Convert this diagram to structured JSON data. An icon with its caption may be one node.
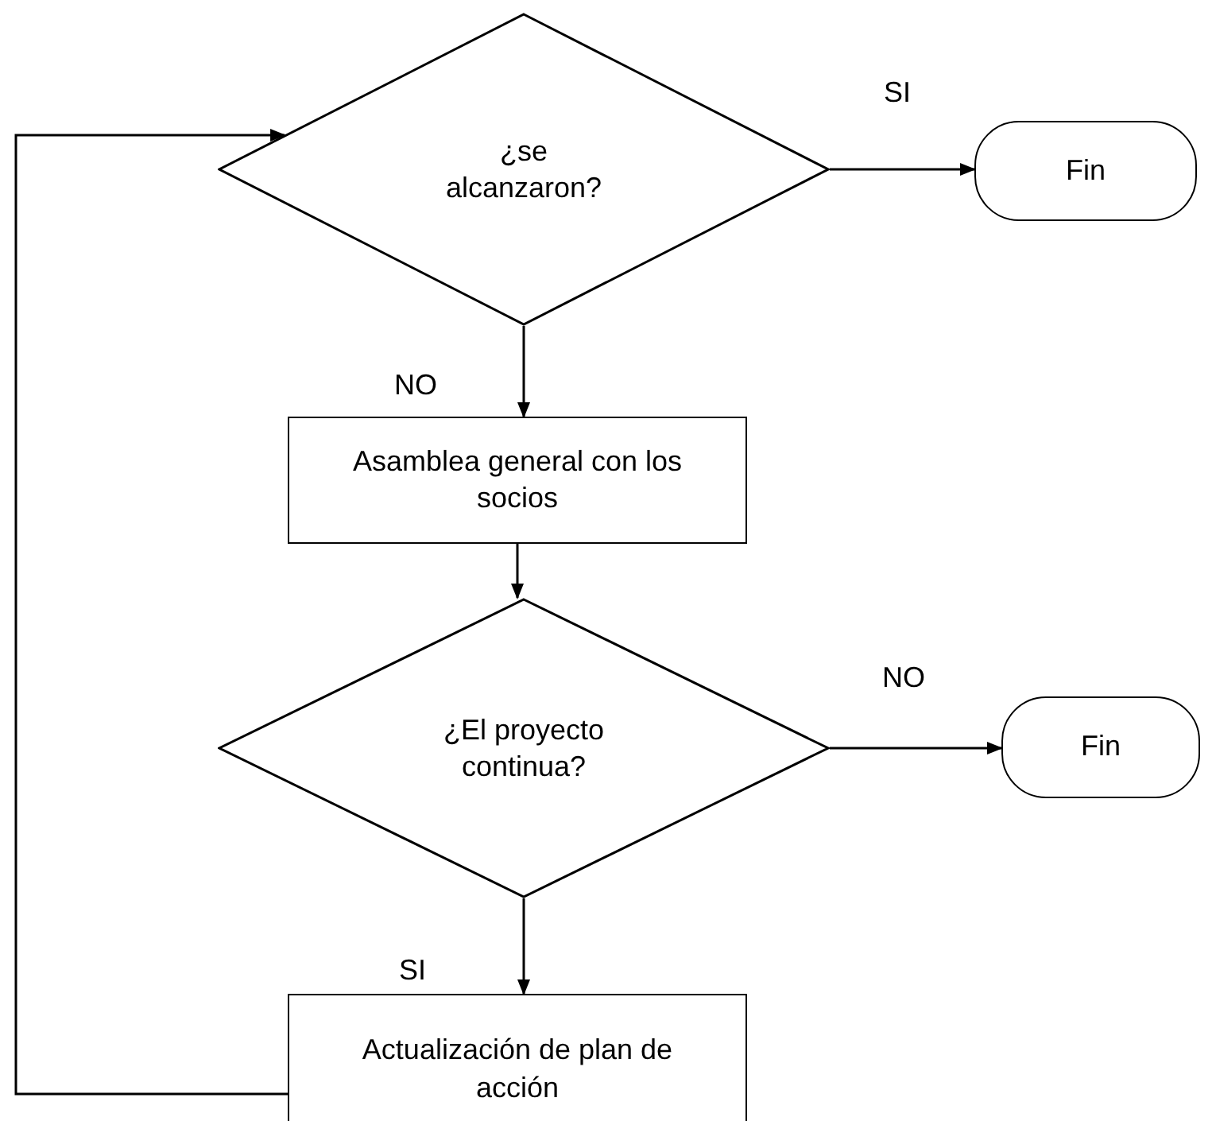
{
  "diagram": {
    "nodes": [
      {
        "text": [
          "¿se alcanzaron?"
        ]
      },
      {
        "text": [
          "Fin"
        ]
      },
      {
        "text": [
          "Asamblea general con los socios"
        ]
      },
      {
        "text": [
          "¿El proyecto continua?"
        ]
      },
      {
        "text": [
          "Fin"
        ]
      },
      {
        "text": [
          "Actualización de plan de acción"
        ]
      }
    ],
    "edges": [
      {
        "from": 0,
        "to": 1,
        "arrow": "to",
        "label": "SI"
      },
      {
        "from": 0,
        "to": 2,
        "arrow": "to",
        "label": "NO"
      },
      {
        "from": 2,
        "to": 3,
        "arrow": "to"
      },
      {
        "from": 3,
        "to": 4,
        "arrow": "to",
        "label": "NO"
      },
      {
        "from": 3,
        "to": 5,
        "arrow": "to",
        "label": "SI"
      },
      {
        "from": 5,
        "to": 0,
        "arrow": "to"
      }
    ]
  }
}
